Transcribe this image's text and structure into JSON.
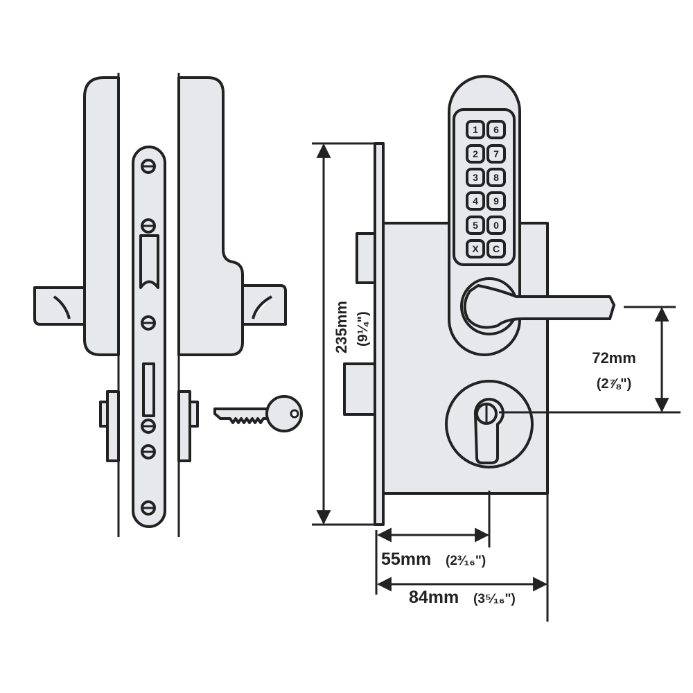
{
  "keypad": {
    "keys": [
      [
        "1",
        "6"
      ],
      [
        "2",
        "7"
      ],
      [
        "3",
        "8"
      ],
      [
        "4",
        "9"
      ],
      [
        "5",
        "0"
      ],
      [
        "X",
        "C"
      ]
    ]
  },
  "dimensions": {
    "height_mm": "235mm",
    "height_in": "(9¼\")",
    "lever_to_cylinder_mm": "72mm",
    "lever_to_cylinder_in": "(2⅞\")",
    "backset_mm": "55mm",
    "backset_in": "(2³⁄₁₆\")",
    "case_depth_mm": "84mm",
    "case_depth_in": "(3⁵⁄₁₆\")"
  },
  "colors": {
    "fill": "#e6e8ec",
    "stroke": "#222222"
  }
}
